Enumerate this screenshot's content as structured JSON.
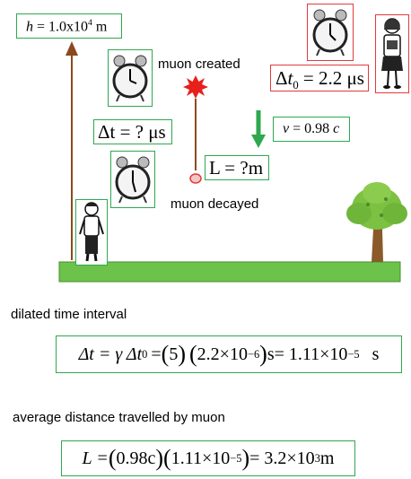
{
  "height_label": {
    "var": "h",
    "text": " = 1.0x10",
    "exp": "4",
    "unit": " m"
  },
  "dt_unknown": {
    "text": "Δt = ? μs"
  },
  "L_unknown": {
    "text": "L = ?m"
  },
  "dt0_label": {
    "delta": "Δ",
    "t": "t",
    "sub": "0",
    "rest": " = 2.2 μs"
  },
  "velocity_label": {
    "var": "v",
    "text": " = 0.98 ",
    "c": "c"
  },
  "muon_created": "muon created",
  "muon_decayed": "muon decayed",
  "dilated_caption": "dilated time interval",
  "distance_caption": "average distance travelled by muon",
  "eq1": {
    "lhs": "Δt = γ Δt",
    "lhs_sub": "0",
    "gamma_val": "5",
    "mant": "2.2×10",
    "mant_exp": "−6",
    "unit1": " s",
    "result": " = 1.11×10",
    "result_exp": "−5",
    "unit2": "s"
  },
  "eq2": {
    "lhs": "L = ",
    "p1": "0.98c",
    "p2": "1.11×10",
    "p2_exp": "−5",
    "result": " = 3.2×10",
    "result_exp": "3",
    "unit": " m"
  },
  "colors": {
    "green": "#2fa84f",
    "red": "#e23b3b",
    "ground": "#6cc24a",
    "arrow_brown": "#8b4a1e",
    "star": "#e8201b"
  }
}
